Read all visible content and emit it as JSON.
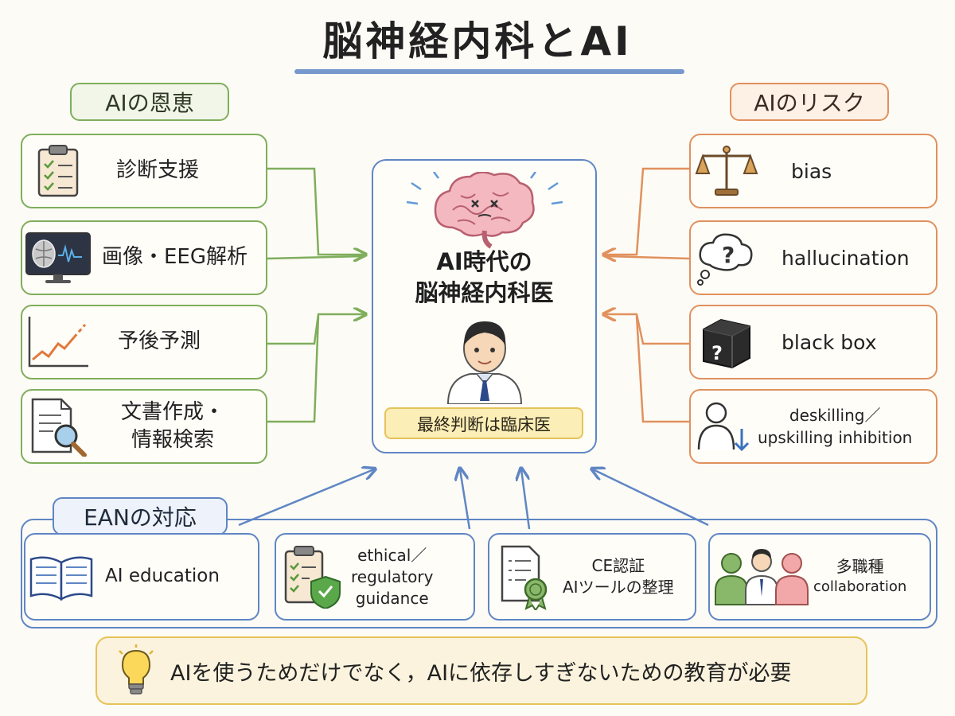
{
  "title": "脳神経内科とAI",
  "benefits": {
    "label": "AIの恩恵",
    "items": [
      {
        "text": "診断支援",
        "icon": "clipboard-checklist-icon"
      },
      {
        "text": "画像・EEG解析",
        "icon": "brain-scan-monitor-icon"
      },
      {
        "text": "予後予測",
        "icon": "trend-chart-icon"
      },
      {
        "text_line1": "文書作成・",
        "text_line2": "情報検索",
        "icon": "document-search-icon"
      }
    ]
  },
  "risks": {
    "label": "AIのリスク",
    "items": [
      {
        "text": "bias",
        "icon": "balance-scale-icon"
      },
      {
        "text": "hallucination",
        "icon": "thought-bubble-question-icon"
      },
      {
        "text": "black box",
        "icon": "black-box-question-icon"
      },
      {
        "text_line1": "deskilling／",
        "text_line2": "upskilling inhibition",
        "icon": "person-down-arrow-icon"
      }
    ]
  },
  "center": {
    "heading_line1": "AI時代の",
    "heading_line2": "脳神経内科医",
    "final_judgment": "最終判断は臨床医",
    "icons": [
      "brain-icon",
      "doctor-icon"
    ]
  },
  "ean": {
    "label": "EANの対応",
    "items": [
      {
        "text": "AI education",
        "icon": "open-book-icon"
      },
      {
        "text_line1": "ethical／",
        "text_line2": "regulatory",
        "text_line3": "guidance",
        "icon": "checklist-shield-icon"
      },
      {
        "text_line1": "CE認証",
        "text_line2": "AIツールの整理",
        "icon": "certificate-badge-icon"
      },
      {
        "text_line1": "多職種",
        "text_line2": "collaboration",
        "icon": "team-people-icon"
      }
    ]
  },
  "bottom_message": "AIを使うためだけでなく，AIに依存しすぎないための教育が必要",
  "colors": {
    "benefit": "#7fae5c",
    "risk": "#e0915e",
    "ean": "#5f86c4",
    "highlight": "#e6c35a"
  }
}
